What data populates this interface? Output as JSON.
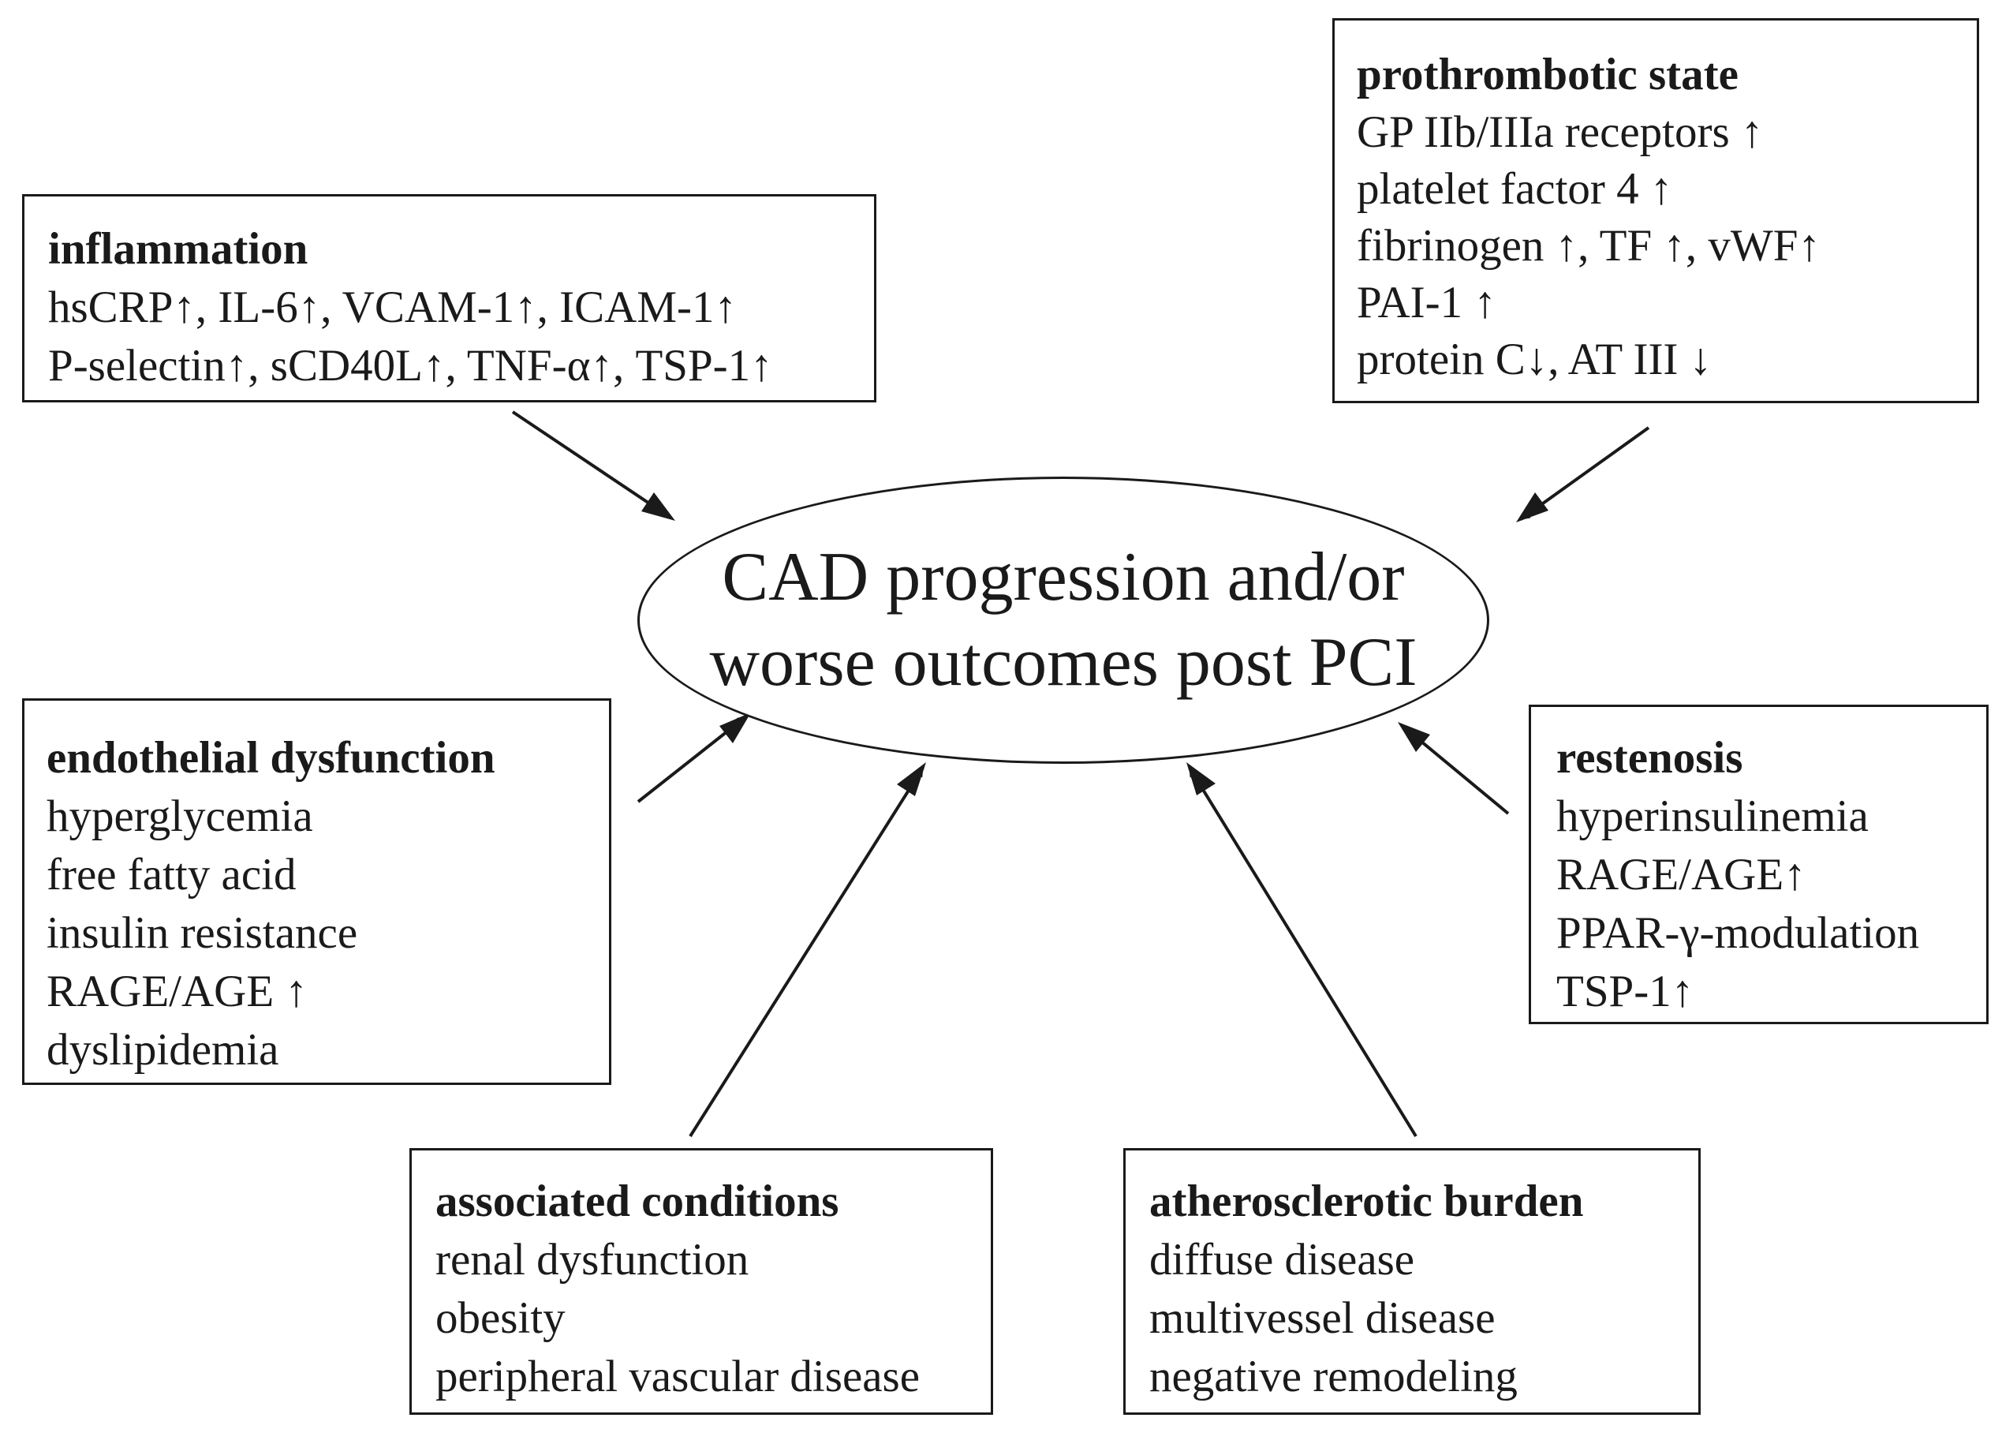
{
  "center": {
    "line1": "CAD progression and/or",
    "line2": "worse outcomes post PCI"
  },
  "inflammation": {
    "title": "inflammation",
    "items": [
      "hsCRP↑, IL-6↑, VCAM-1↑, ICAM-1↑",
      "P-selectin↑, sCD40L↑, TNF-α↑, TSP-1↑"
    ]
  },
  "prothrombotic": {
    "title": "prothrombotic state",
    "items": [
      "GP IIb/IIIa receptors ↑",
      "platelet factor 4 ↑",
      "fibrinogen ↑, TF ↑, vWF↑",
      "PAI-1 ↑",
      "protein C↓, AT III ↓"
    ]
  },
  "endothelial": {
    "title": "endothelial dysfunction",
    "items": [
      "hyperglycemia",
      "free fatty acid",
      "insulin resistance",
      "RAGE/AGE ↑",
      "dyslipidemia"
    ]
  },
  "restenosis": {
    "title": "restenosis",
    "items": [
      "hyperinsulinemia",
      "RAGE/AGE↑",
      "PPAR-γ-modulation",
      "TSP-1↑"
    ]
  },
  "associated": {
    "title": "associated conditions",
    "items": [
      "renal dysfunction",
      "obesity",
      "peripheral vascular disease"
    ]
  },
  "atherosclerotic": {
    "title": "atherosclerotic burden",
    "items": [
      "diffuse disease",
      "multivessel disease",
      "negative remodeling"
    ]
  }
}
